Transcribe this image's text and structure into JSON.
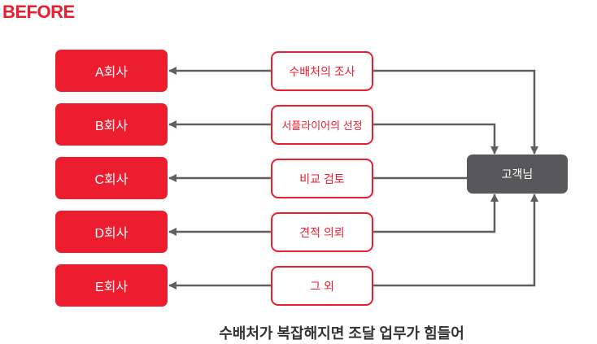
{
  "title": "BEFORE",
  "companies": [
    "A회사",
    "B회사",
    "C회사",
    "D회사",
    "E회사"
  ],
  "steps": [
    "수배처의 조사",
    "서플라이어의 선정",
    "비교 검토",
    "견적 의뢰",
    "그 외"
  ],
  "customer": "고객님",
  "caption": "수배처가 복잡해지면 조달 업무가 힘들어",
  "colors": {
    "accent": "#ed1c2e",
    "arrow": "#5f5f61",
    "customer": "#58585a"
  }
}
